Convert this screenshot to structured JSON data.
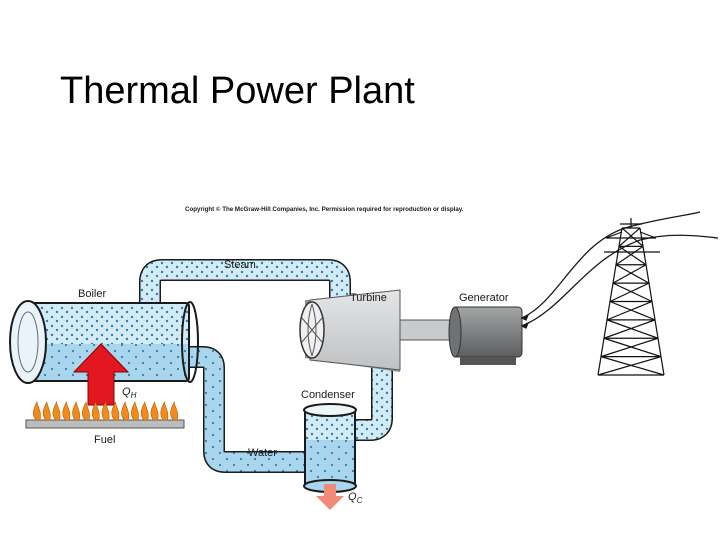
{
  "title": "Thermal Power Plant",
  "diagram": {
    "copyright": "Copyright © The McGraw-Hill Companies, Inc. Permission required for reproduction or display.",
    "labels": {
      "steam": "Steam",
      "boiler": "Boiler",
      "turbine": "Turbine",
      "generator": "Generator",
      "condenser": "Condenser",
      "water": "Water",
      "fuel": "Fuel",
      "qh": "Q",
      "qh_sub": "H",
      "qc": "Q",
      "qc_sub": "C"
    },
    "colors": {
      "water": "#a9d6ec",
      "steam": "#d3ebf6",
      "dots": "#2e7fb4",
      "heat_arrow": "#e3171f",
      "cold_arrow": "#f28a7a",
      "flame": "#f08a1c",
      "turbine": "#cfd1d3",
      "generator": "#8d8f91",
      "tower": "#111111"
    },
    "icons": [
      "flame-icon",
      "transmission-tower-icon"
    ]
  }
}
